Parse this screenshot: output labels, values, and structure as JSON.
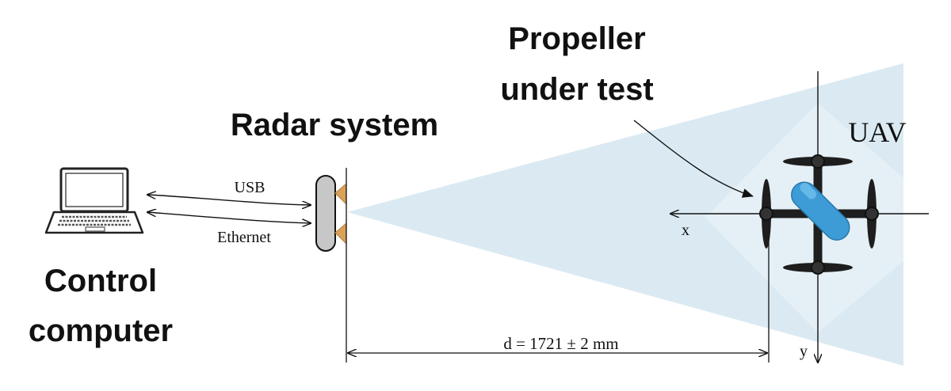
{
  "labels": {
    "propeller_line1": "Propeller",
    "propeller_line2": "under test",
    "radar": "Radar system",
    "uav": "UAV",
    "usb": "USB",
    "ethernet": "Ethernet",
    "control_line1": "Control",
    "control_line2": "computer",
    "axis_x": "x",
    "axis_y": "y",
    "distance": "d = 1721 ± 2 mm"
  },
  "colors": {
    "beam": "#dbeaf2",
    "beam_inner": "#e6f1f6",
    "radar_body": "#c7c7c7",
    "radar_antenna": "#d9a15a",
    "drone_body": "#3d9bd6",
    "drone_frame": "#1e1e1e",
    "laptop": "#222222"
  },
  "icons": [
    "laptop-icon",
    "radar-device-icon",
    "drone-icon"
  ]
}
